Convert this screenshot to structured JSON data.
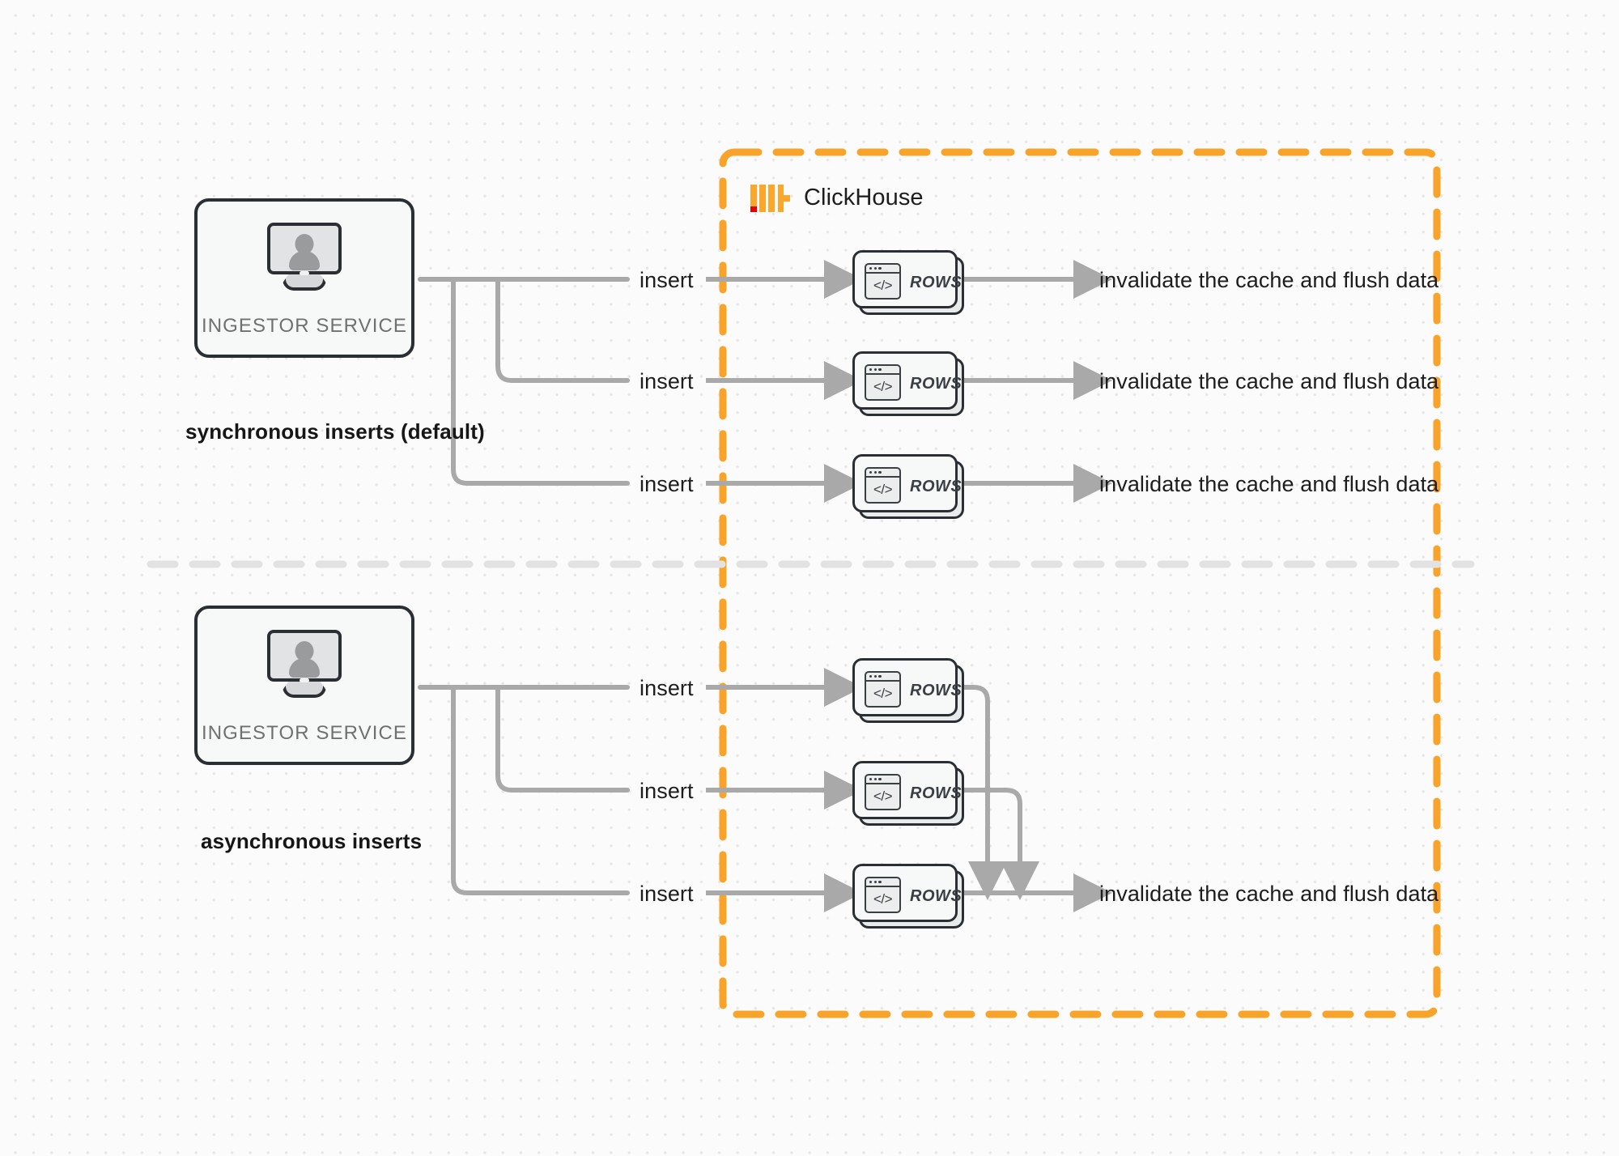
{
  "diagram": {
    "title": "ClickHouse synchronous vs asynchronous inserts",
    "colors": {
      "boundary": "#f8a32a",
      "connector": "#a9a9a9",
      "outline": "#2b2f33",
      "logo_orange": "#faa72c",
      "logo_red": "#e80000",
      "background": "#fbfbfb",
      "divider": "#e4e4e4"
    }
  },
  "boundary": {
    "label": "ClickHouse",
    "logo_name": "clickhouse-logo"
  },
  "sections": [
    {
      "id": "synchronous",
      "caption": "synchronous inserts (default)",
      "service": {
        "label": "INGESTOR SERVICE",
        "icon": "monitor-user-icon"
      },
      "rows": [
        {
          "insert_label": "insert",
          "card_label": "ROWS",
          "result_label": "invalidate the cache and flush data"
        },
        {
          "insert_label": "insert",
          "card_label": "ROWS",
          "result_label": "invalidate the cache and flush data"
        },
        {
          "insert_label": "insert",
          "card_label": "ROWS",
          "result_label": "invalidate the cache and flush data"
        }
      ]
    },
    {
      "id": "asynchronous",
      "caption": "asynchronous inserts",
      "service": {
        "label": "INGESTOR SERVICE",
        "icon": "monitor-user-icon"
      },
      "rows": [
        {
          "insert_label": "insert",
          "card_label": "ROWS",
          "result_label": ""
        },
        {
          "insert_label": "insert",
          "card_label": "ROWS",
          "result_label": ""
        },
        {
          "insert_label": "insert",
          "card_label": "ROWS",
          "result_label": "invalidate the cache and flush data"
        }
      ]
    }
  ],
  "code_glyph": "</>"
}
